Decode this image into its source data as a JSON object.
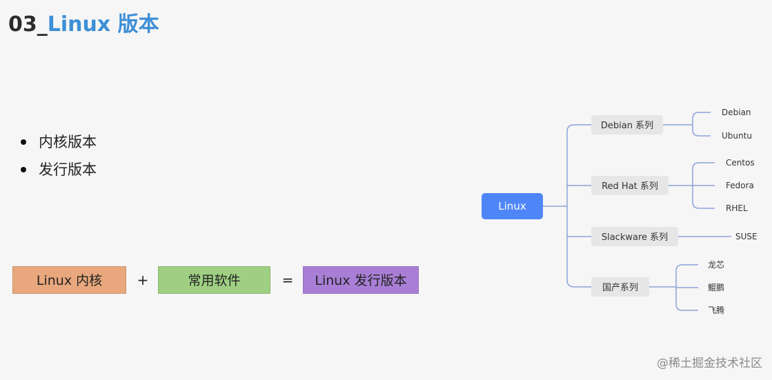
{
  "title": {
    "prefix": "03_",
    "main": "Linux 版本"
  },
  "bullets": [
    "内核版本",
    "发行版本"
  ],
  "equation": {
    "kernel": "Linux 内核",
    "plus": "+",
    "software": "常用软件",
    "equals": "=",
    "distro": "Linux 发行版本",
    "colors": {
      "kernel": "#e8a77c",
      "software": "#9fcf82",
      "distro": "#a97fd6"
    }
  },
  "mindmap": {
    "root": "Linux",
    "root_color": "#4f86f7",
    "line_color": "#8aa2d9",
    "branch_color": "#e6e6e6",
    "branches": [
      {
        "label": "Debian 系列",
        "children": [
          "Debian",
          "Ubuntu"
        ]
      },
      {
        "label": "Red Hat 系列",
        "children": [
          "Centos",
          "Fedora",
          "RHEL"
        ]
      },
      {
        "label": "Slackware 系列",
        "children": [
          "SUSE"
        ]
      },
      {
        "label": "国产系列",
        "children": [
          "龙芯",
          "鲲鹏",
          "飞腾"
        ]
      }
    ]
  },
  "watermark": "@稀土掘金技术社区"
}
